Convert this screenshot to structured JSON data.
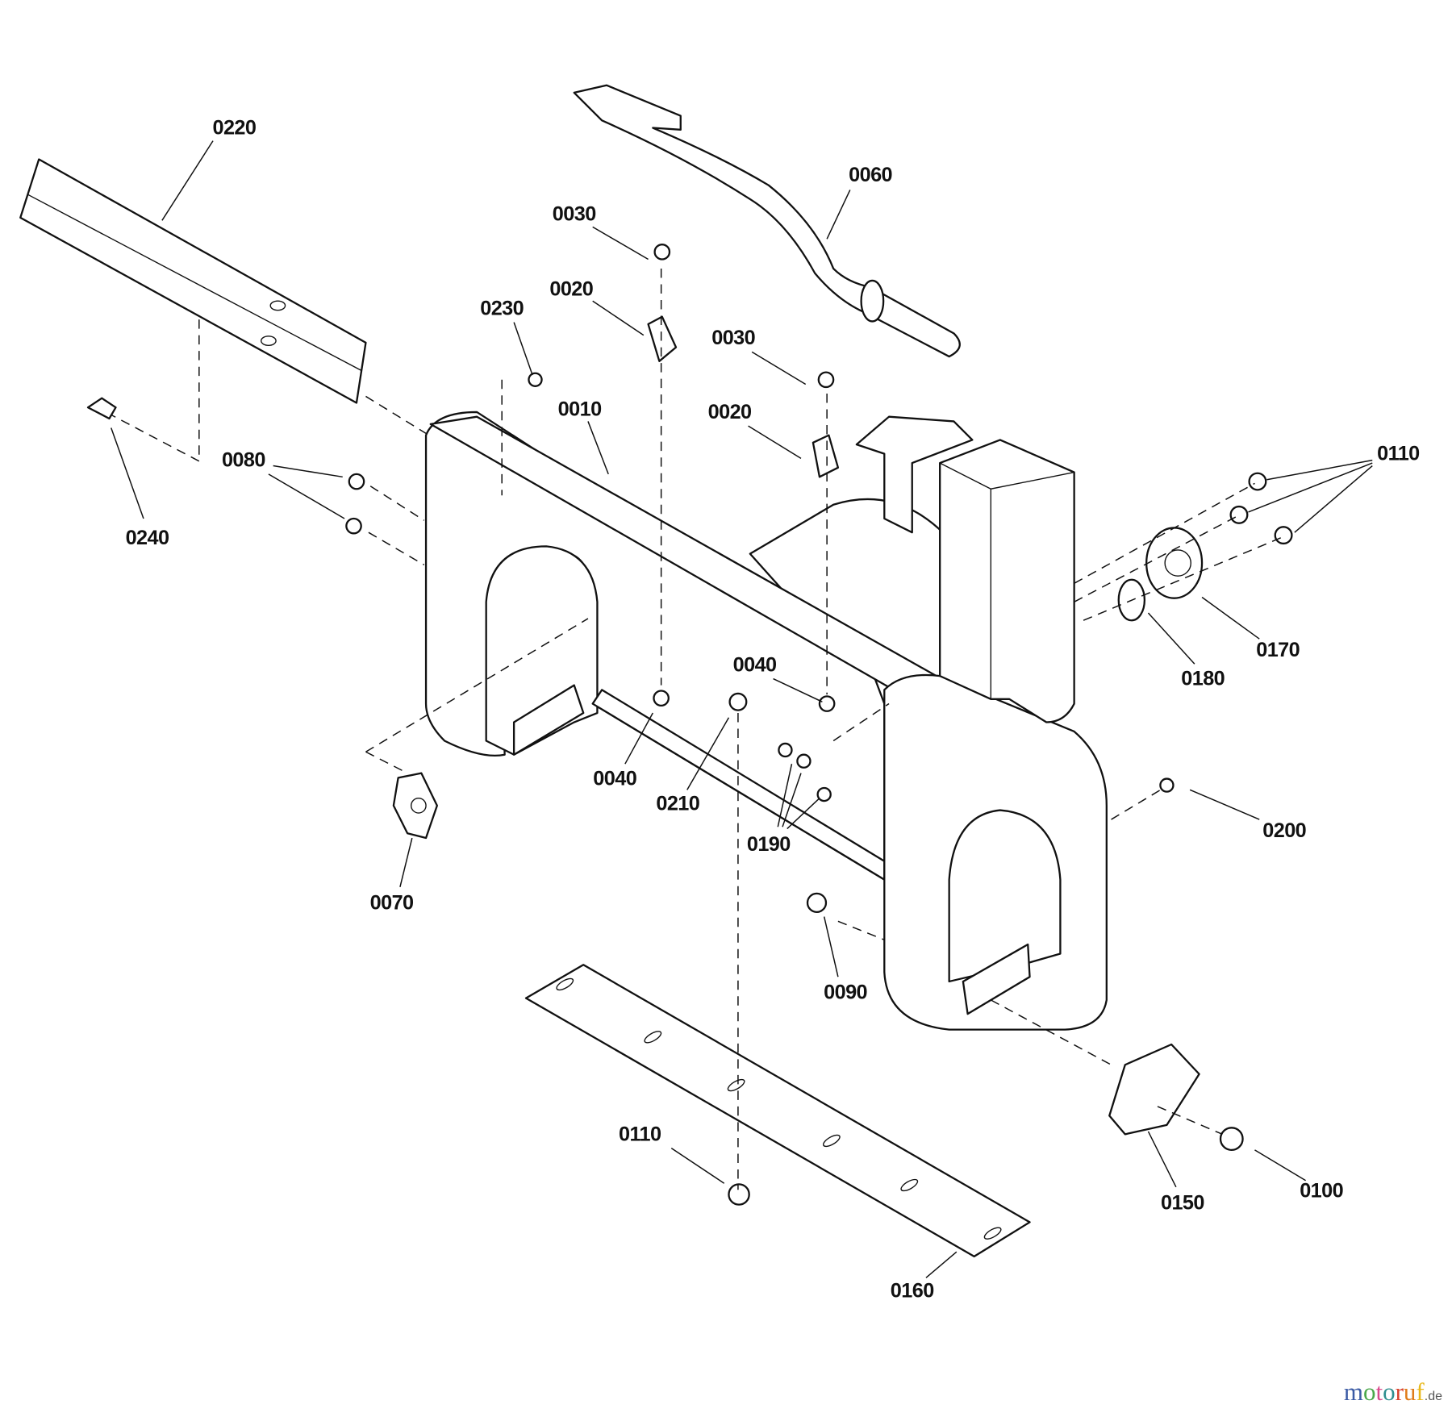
{
  "diagram": {
    "title": "Exploded parts diagram - snow thrower auger housing",
    "labels": {
      "l0220": "0220",
      "l0060": "0060",
      "l0030a": "0030",
      "l0020a": "0020",
      "l0230": "0230",
      "l0030b": "0030",
      "l0010": "0010",
      "l0020b": "0020",
      "l0110a": "0110",
      "l0080": "0080",
      "l0240": "0240",
      "l0170": "0170",
      "l0040a": "0040",
      "l0180": "0180",
      "l0040b": "0040",
      "l0210": "0210",
      "l0190": "0190",
      "l0200": "0200",
      "l0070": "0070",
      "l0090": "0090",
      "l0110b": "0110",
      "l0100": "0100",
      "l0150": "0150",
      "l0160": "0160"
    }
  },
  "watermark": {
    "text": "motoruf",
    "suffix": ".de",
    "colors": [
      "#3b5ba5",
      "#4aa84a",
      "#d94a8c",
      "#2f8f8f",
      "#d9412b",
      "#e07b1a",
      "#e8b81a"
    ]
  }
}
